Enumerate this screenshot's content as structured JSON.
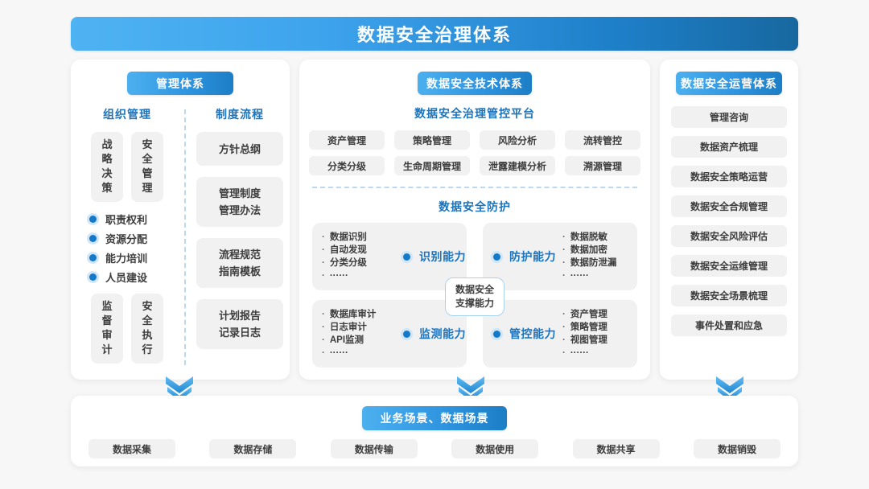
{
  "title": "数据安全治理体系",
  "management": {
    "badge": "管理体系",
    "columns": [
      {
        "title": "组织管理",
        "top_boxes": [
          "战略决策",
          "安全管理"
        ],
        "bullets": [
          "职责权利",
          "资源分配",
          "能力培训",
          "人员建设"
        ],
        "bottom_boxes": [
          "监督审计",
          "安全执行"
        ]
      },
      {
        "title": "制度流程",
        "boxes": [
          {
            "lines": [
              "方针总纲"
            ]
          },
          {
            "lines": [
              "管理制度",
              "管理办法"
            ]
          },
          {
            "lines": [
              "流程规范",
              "指南模板"
            ]
          },
          {
            "lines": [
              "计划报告",
              "记录日志"
            ]
          }
        ]
      }
    ]
  },
  "technology": {
    "badge": "数据安全技术体系",
    "platform_title": "数据安全治理管控平台",
    "platform_tiles": [
      "资产管理",
      "策略管理",
      "风险分析",
      "流转管控",
      "分类分级",
      "生命周期管理",
      "泄露建模分析",
      "溯源管理"
    ],
    "protection_title": "数据安全防护",
    "center_chip": [
      "数据安全",
      "支撑能力"
    ],
    "capabilities": [
      {
        "label": "识别能力",
        "items": [
          "数据识别",
          "自动发现",
          "分类分级",
          "······"
        ],
        "position": "top-left"
      },
      {
        "label": "防护能力",
        "items": [
          "数据脱敏",
          "数据加密",
          "数据防泄漏",
          "······"
        ],
        "position": "top-right"
      },
      {
        "label": "监测能力",
        "items": [
          "数据库审计",
          "日志审计",
          "API监测",
          "······"
        ],
        "position": "bottom-left"
      },
      {
        "label": "管控能力",
        "items": [
          "资产管理",
          "策略管理",
          "视图管理",
          "······"
        ],
        "position": "bottom-right"
      }
    ]
  },
  "operations": {
    "badge": "数据安全运营体系",
    "items": [
      "管理咨询",
      "数据资产梳理",
      "数据安全策略运营",
      "数据安全合规管理",
      "数据安全风险评估",
      "数据安全运维管理",
      "数据安全场景梳理",
      "事件处置和应急"
    ]
  },
  "scenarios": {
    "badge": "业务场景、数据场景",
    "stages": [
      "数据采集",
      "数据存储",
      "数据传输",
      "数据使用",
      "数据共享",
      "数据销毁"
    ]
  },
  "colors": {
    "accent_blue": "#1b74bd",
    "badge_gradient_start": "#4cb0ef",
    "badge_gradient_end": "#1c7ec5",
    "tile_bg": "#f1f1f1",
    "page_bg": "#f7f7f7"
  }
}
